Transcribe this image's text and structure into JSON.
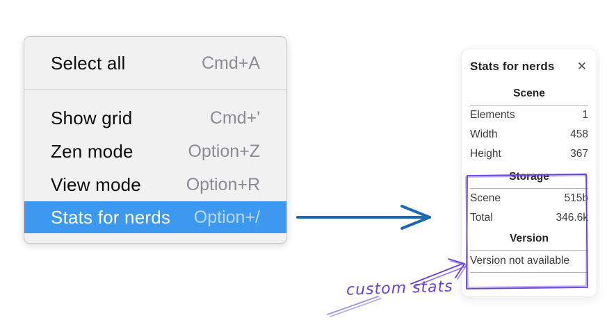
{
  "menu": {
    "items": [
      {
        "label": "Select all",
        "shortcut": "Cmd+A",
        "highlighted": false
      },
      {
        "label": "Show grid",
        "shortcut": "Cmd+'",
        "highlighted": false
      },
      {
        "label": "Zen mode",
        "shortcut": "Option+Z",
        "highlighted": false
      },
      {
        "label": "View mode",
        "shortcut": "Option+R",
        "highlighted": false
      },
      {
        "label": "Stats for nerds",
        "shortcut": "Option+/",
        "highlighted": true
      }
    ]
  },
  "panel": {
    "title": "Stats for nerds",
    "close_icon": "✕",
    "sections": [
      {
        "heading": "Scene",
        "rows": [
          {
            "label": "Elements",
            "value": "1"
          },
          {
            "label": "Width",
            "value": "458"
          },
          {
            "label": "Height",
            "value": "367"
          }
        ]
      },
      {
        "heading": "Storage",
        "rows": [
          {
            "label": "Scene",
            "value": "515b"
          },
          {
            "label": "Total",
            "value": "346.6k"
          }
        ]
      },
      {
        "heading": "Version",
        "note": "Version not available"
      }
    ]
  },
  "annotation": {
    "text": "custom stats"
  },
  "colors": {
    "menu_highlight": "#3d98f0",
    "arrow_blue": "#1e68ae",
    "annotation_purple": "#6741d9",
    "annotation_purple_light": "#a18ded"
  }
}
